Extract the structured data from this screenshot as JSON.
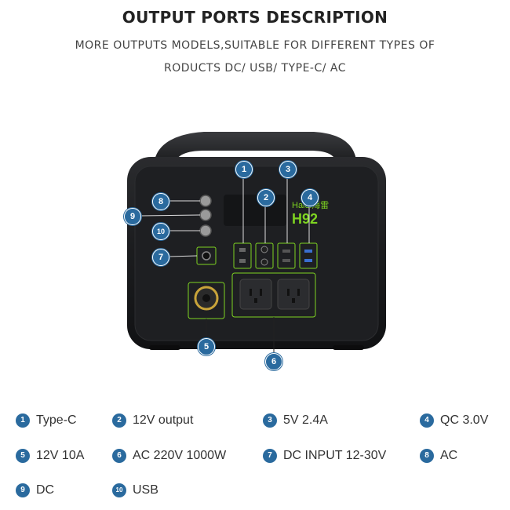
{
  "header": {
    "title": "OUTPUT PORTS DESCRIPTION",
    "subtitle_line1": "MORE OUTPUTS MODELS,SUITABLE FOR DIFFERENT TYPES OF",
    "subtitle_line2": "RODUCTS DC/ USB/ TYPE-C/ AC"
  },
  "device": {
    "brand": "Haiei海雷",
    "model": "H92"
  },
  "callouts": [
    "1",
    "2",
    "3",
    "4",
    "5",
    "6",
    "7",
    "8",
    "9",
    "10"
  ],
  "legend": [
    {
      "num": "1",
      "label": "Type-C"
    },
    {
      "num": "2",
      "label": "12V output"
    },
    {
      "num": "3",
      "label": "5V 2.4A"
    },
    {
      "num": "4",
      "label": "QC 3.0V"
    },
    {
      "num": "5",
      "label": "12V 10A"
    },
    {
      "num": "6",
      "label": "AC 220V 1000W"
    },
    {
      "num": "7",
      "label": "DC INPUT 12-30V"
    },
    {
      "num": "8",
      "label": "AC"
    },
    {
      "num": "9",
      "label": "DC"
    },
    {
      "num": "10",
      "label": "USB"
    }
  ],
  "colors": {
    "badge": "#2a6a9e",
    "accent_green": "#7ed321",
    "device_body": "#1b1c1e"
  }
}
